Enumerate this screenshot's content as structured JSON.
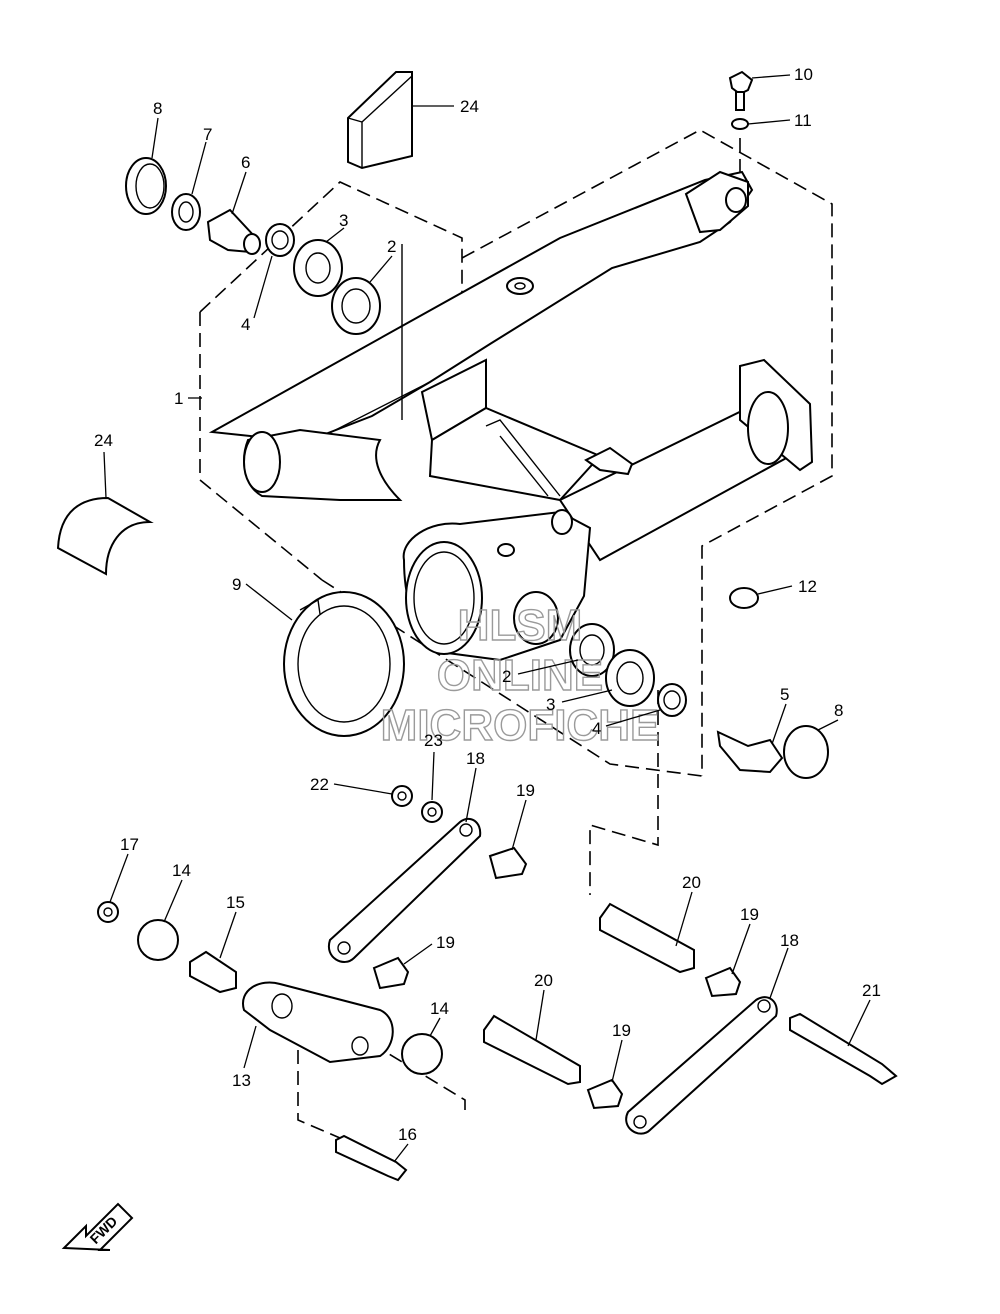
{
  "watermark": {
    "line1": "HLSM",
    "line2": "ONLINE",
    "line3": "MICROFICHE"
  },
  "direction_marker": "FWD",
  "callouts": [
    {
      "id": "c-10",
      "label": "10"
    },
    {
      "id": "c-11",
      "label": "11"
    },
    {
      "id": "c-24a",
      "label": "24"
    },
    {
      "id": "c-8a",
      "label": "8"
    },
    {
      "id": "c-7",
      "label": "7"
    },
    {
      "id": "c-6",
      "label": "6"
    },
    {
      "id": "c-3a",
      "label": "3"
    },
    {
      "id": "c-2a",
      "label": "2"
    },
    {
      "id": "c-4a",
      "label": "4"
    },
    {
      "id": "c-1",
      "label": "1"
    },
    {
      "id": "c-24b",
      "label": "24"
    },
    {
      "id": "c-9",
      "label": "9"
    },
    {
      "id": "c-12",
      "label": "12"
    },
    {
      "id": "c-2b",
      "label": "2"
    },
    {
      "id": "c-3b",
      "label": "3"
    },
    {
      "id": "c-4b",
      "label": "4"
    },
    {
      "id": "c-5",
      "label": "5"
    },
    {
      "id": "c-8b",
      "label": "8"
    },
    {
      "id": "c-23",
      "label": "23"
    },
    {
      "id": "c-22",
      "label": "22"
    },
    {
      "id": "c-18a",
      "label": "18"
    },
    {
      "id": "c-19a",
      "label": "19"
    },
    {
      "id": "c-17",
      "label": "17"
    },
    {
      "id": "c-14a",
      "label": "14"
    },
    {
      "id": "c-15",
      "label": "15"
    },
    {
      "id": "c-19b",
      "label": "19"
    },
    {
      "id": "c-20a",
      "label": "20"
    },
    {
      "id": "c-19c",
      "label": "19"
    },
    {
      "id": "c-18b",
      "label": "18"
    },
    {
      "id": "c-21",
      "label": "21"
    },
    {
      "id": "c-20b",
      "label": "20"
    },
    {
      "id": "c-14b",
      "label": "14"
    },
    {
      "id": "c-19d",
      "label": "19"
    },
    {
      "id": "c-13",
      "label": "13"
    },
    {
      "id": "c-16",
      "label": "16"
    }
  ]
}
